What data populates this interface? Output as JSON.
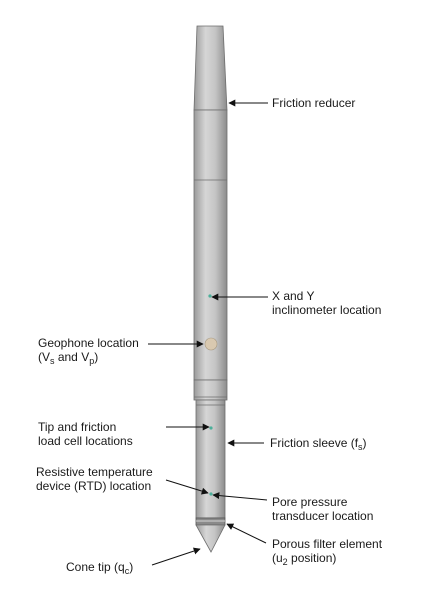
{
  "labels": {
    "friction_reducer": "Friction reducer",
    "inclinometer": {
      "line1": "X and Y",
      "line2": "inclinometer location"
    },
    "geophone": {
      "line1": "Geophone location",
      "open": "(V",
      "sub1": "s",
      "mid": " and V",
      "sub2": "p",
      "close": ")"
    },
    "load_cell": {
      "line1": "Tip and friction",
      "line2": "load cell locations"
    },
    "friction_sleeve": {
      "text": "Friction sleeve (f",
      "sub": "s",
      "close": ")"
    },
    "rtd": {
      "line1": "Resistive temperature",
      "line2": "device (RTD) location"
    },
    "pore_pressure": {
      "line1": "Pore pressure",
      "line2": "transducer location"
    },
    "porous_filter": {
      "line1": "Porous filter element",
      "open": "(u",
      "sub": "2",
      "rest": " position)"
    },
    "cone_tip": {
      "text": "Cone tip (q",
      "sub": "c",
      "close": ")"
    }
  },
  "colors": {
    "probe_body": "#c8c8c8",
    "probe_edge": "#6e6e6e",
    "geophone": "#d9c9b0",
    "sensor_dot": "#4caf9a",
    "arrow": "#111111"
  }
}
